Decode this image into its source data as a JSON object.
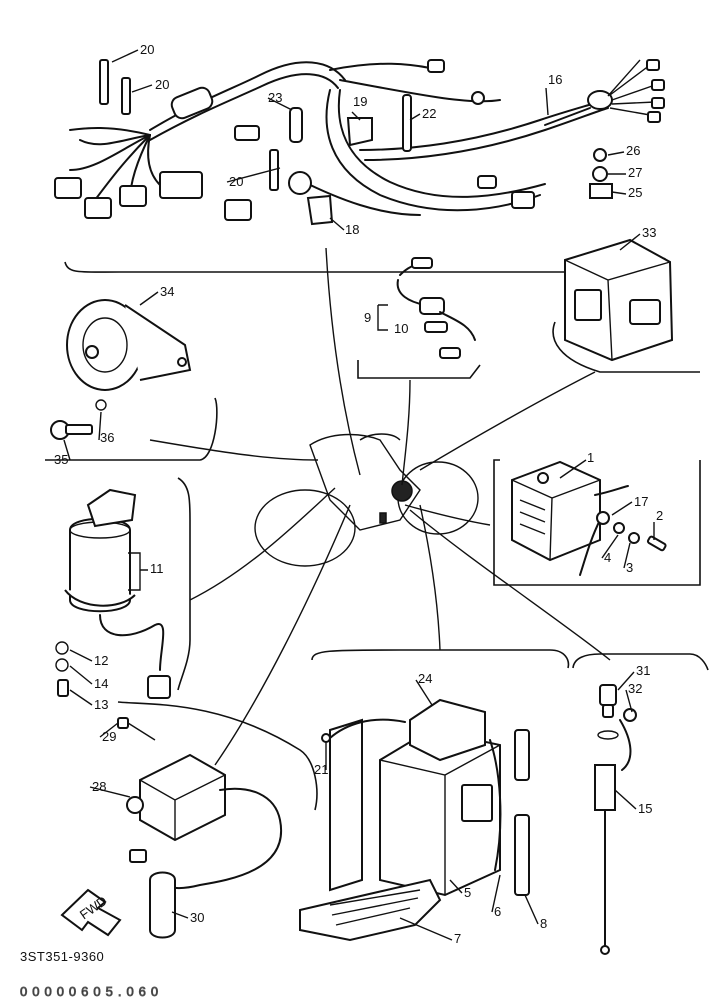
{
  "diagram": {
    "catalog_code": "3ST351-9360",
    "footer_code": "00000605.060",
    "fwd_label": "FWD",
    "callouts": [
      "1",
      "2",
      "3",
      "4",
      "5",
      "6",
      "7",
      "8",
      "9",
      "10",
      "11",
      "12",
      "13",
      "14",
      "15",
      "16",
      "17",
      "18",
      "19",
      "20",
      "21",
      "22",
      "23",
      "24",
      "25",
      "26",
      "27",
      "28",
      "29",
      "30",
      "31",
      "32",
      "33",
      "34",
      "35",
      "36"
    ]
  }
}
